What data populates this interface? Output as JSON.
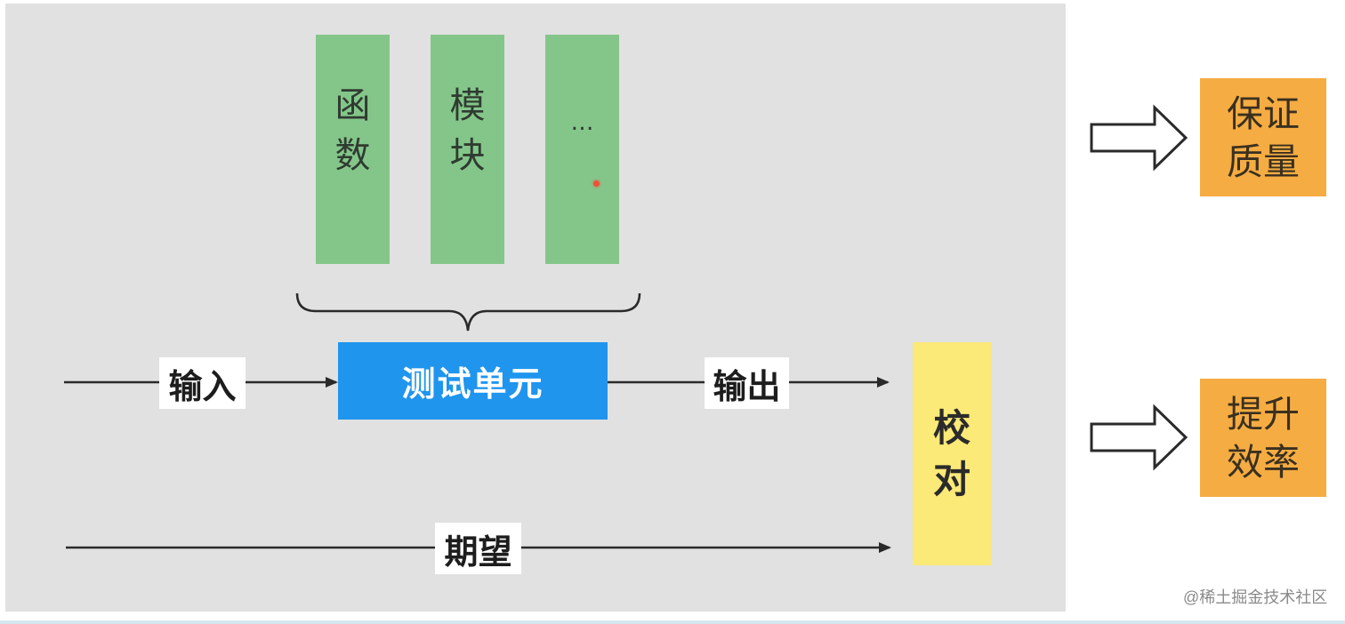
{
  "columns": [
    {
      "label": "函数"
    },
    {
      "label": "模块"
    },
    {
      "label": "…"
    }
  ],
  "unit_label": "测试单元",
  "input_label": "输入",
  "output_label": "输出",
  "expected_label": "期望",
  "check_label": "校对",
  "results": [
    {
      "label": "保证质量"
    },
    {
      "label": "提升效率"
    }
  ],
  "watermark": "@稀土掘金技术社区",
  "colors": {
    "panel": "#e1e1e1",
    "column": "#84c68a",
    "unit": "#1f95ee",
    "check": "#fbe978",
    "result": "#f5ac42"
  }
}
